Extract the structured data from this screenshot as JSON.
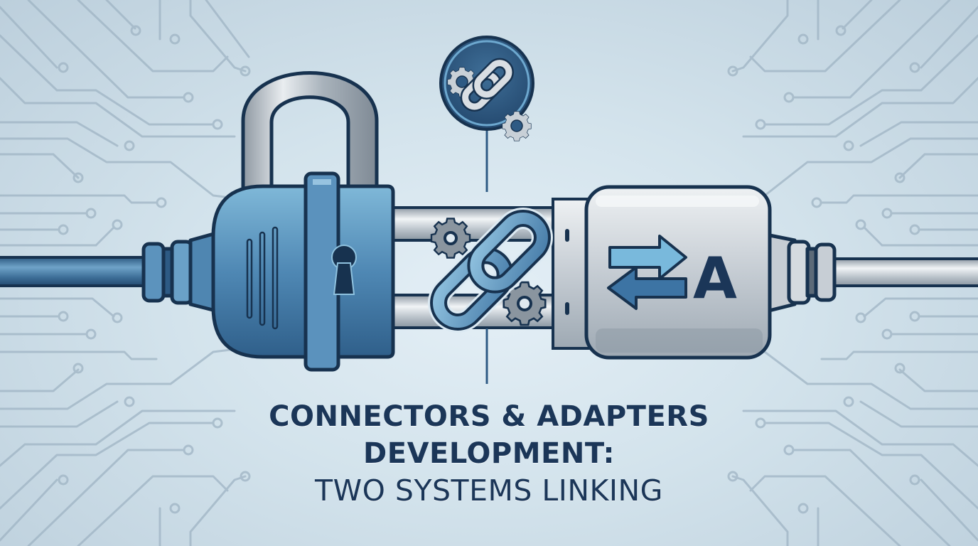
{
  "title": {
    "line1": "CONNECTORS & ADAPTERS",
    "line2": "DEVELOPMENT:",
    "line3": "TWO SYSTEMS LINKING"
  },
  "adapter": {
    "letter": "A",
    "icon": "bidirectional-arrows-icon"
  },
  "badge": {
    "icon": "chain-link-with-gears-icon"
  },
  "lock": {
    "icon": "padlock-plug-icon"
  },
  "colors": {
    "background": "#d3e3ec",
    "navy": "#1b3658",
    "steel_blue": "#4a7ea8",
    "light_blue": "#7fb6d6",
    "silver": "#c9d0d6",
    "circuit": "#9fb6c6"
  }
}
